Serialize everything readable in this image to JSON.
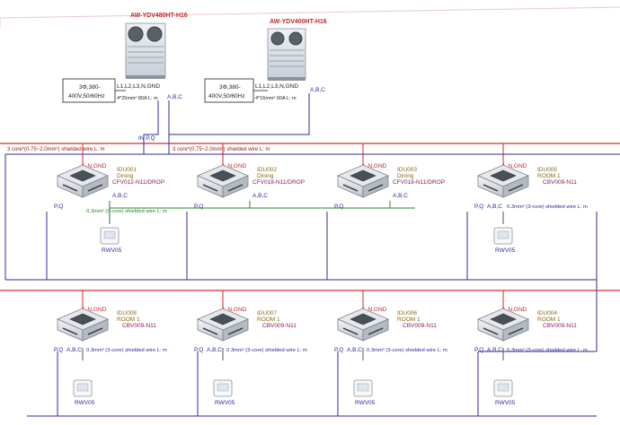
{
  "outdoor_units": [
    {
      "model": "AW-YDV480HT-H16",
      "terminals": "L1,L2,L3,N,GND",
      "power": [
        "3Φ,380-",
        "400V,50/60Hz"
      ],
      "cable": "4*25mm² 80A  L: m",
      "bus": "A,B,C",
      "link": "IN P,Q"
    },
    {
      "model": "AW-YDV400HT-H16",
      "terminals": "L1,L2,L3,N,GND",
      "power": [
        "3Φ,380-",
        "400V,50/60Hz"
      ],
      "cable": "4*16mm² 60A  L: m",
      "bus": "A,B,C"
    }
  ],
  "trunk_labels": {
    "bus_row1_left": "3 core*(0.75~2.0mm²) shielded wire  L: m",
    "bus_row1_right": "3 core*(0.75~2.0mm²) shielded wire  L: m"
  },
  "indoor_units_row1": [
    {
      "id": "IDU001",
      "room": "Dining",
      "model": "CFV012-N11/DROP",
      "power": "L,N,GND",
      "bus": "A,B,C",
      "port": "P,Q",
      "controller": "RWV05",
      "wire": "0.3mm² (3-core) shielded wire L: m"
    },
    {
      "id": "IDU002",
      "room": "Dining",
      "model": "CFV018-N11/DROP",
      "power": "L,N,GND",
      "bus": "A,B,C",
      "port": "P,Q",
      "controller": "",
      "wire": ""
    },
    {
      "id": "IDU003",
      "room": "Dining",
      "model": "CFV018-N11/DROP",
      "power": "L,N,GND",
      "bus": "A,B,C",
      "port": "P,Q",
      "controller": "",
      "wire": ""
    },
    {
      "id": "IDU005",
      "room": "ROOM 1",
      "model": "CBV009-N11",
      "power": "L,N,GND",
      "bus": "A,B,C",
      "port": "P,Q",
      "controller": "RWV05",
      "wire": "0.3mm² (3-core) shielded wire  L: m"
    }
  ],
  "indoor_units_row2": [
    {
      "id": "IDU008",
      "room": "ROOM 1",
      "model": "CBV009-N11",
      "power": "L,N,GND",
      "bus": "A,B,C",
      "port": "P,Q",
      "controller": "RWV05",
      "wire": "0.3mm² (3-core) shielded wire  L: m"
    },
    {
      "id": "IDU007",
      "room": "ROOM 1",
      "model": "CBV009-N11",
      "power": "L,N,GND",
      "bus": "A,B,C",
      "port": "P,Q",
      "controller": "RWV05",
      "wire": "0.3mm² (3-core) shielded wire  L: m"
    },
    {
      "id": "IDU006",
      "room": "ROOM 1",
      "model": "CBV009-N11",
      "power": "L,N,GND",
      "bus": "A,B,C",
      "port": "P,Q",
      "controller": "RWV05",
      "wire": "0.3mm² (3-core) shielded wire  L: m"
    },
    {
      "id": "IDU004",
      "room": "ROOM 1",
      "model": "CBV009-N11",
      "power": "L,N,GND",
      "bus": "A,B,C",
      "port": "P,Q",
      "controller": "RWV05",
      "wire": "0.3mm² (3-core) shielded wire  L: m"
    }
  ],
  "colors": {
    "power_line": "#d42a2a",
    "bus_line": "#2c2c9c",
    "ctrl_line": "#2a8a2a",
    "label_red": "#c0282a",
    "label_blue": "#2b2b9a",
    "label_green": "#2a7a2a",
    "label_olive": "#8a6a1a"
  }
}
